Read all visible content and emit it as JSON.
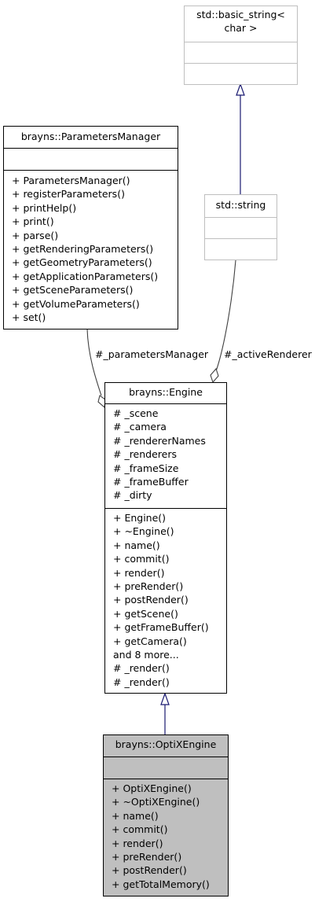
{
  "classes": {
    "basic_string": {
      "title": [
        "std::basic_string<",
        "char >"
      ],
      "attributes": [],
      "methods": []
    },
    "params_manager": {
      "title": "brayns::ParametersManager",
      "attributes": [],
      "methods": [
        "+ ParametersManager()",
        "+ registerParameters()",
        "+ printHelp()",
        "+ print()",
        "+ parse()",
        "+ getRenderingParameters()",
        "+ getGeometryParameters()",
        "+ getApplicationParameters()",
        "+ getSceneParameters()",
        "+ getVolumeParameters()",
        "+ set()"
      ]
    },
    "std_string": {
      "title": "std::string",
      "attributes": [],
      "methods": []
    },
    "engine": {
      "title": "brayns::Engine",
      "attributes": [
        "# _scene",
        "# _camera",
        "# _rendererNames",
        "# _renderers",
        "# _frameSize",
        "# _frameBuffer",
        "# _dirty"
      ],
      "methods": [
        "+ Engine()",
        "+ ~Engine()",
        "+ name()",
        "+ commit()",
        "+ render()",
        "+ preRender()",
        "+ postRender()",
        "+ getScene()",
        "+ getFrameBuffer()",
        "+ getCamera()",
        "and 8 more...",
        "# _render()",
        "# _render()"
      ]
    },
    "optix_engine": {
      "title": "brayns::OptiXEngine",
      "attributes": [],
      "methods": [
        "+ OptiXEngine()",
        "+ ~OptiXEngine()",
        "+ name()",
        "+ commit()",
        "+ render()",
        "+ preRender()",
        "+ postRender()",
        "+ getTotalMemory()"
      ]
    }
  },
  "edges": {
    "parameters_manager_label": "#_parametersManager",
    "active_renderer_label": "#_activeRenderer"
  },
  "colors": {
    "inheritance": "#191970",
    "association": "#404040",
    "selected_fill": "#bfbfbf",
    "external_border": "#bfbfbf"
  }
}
